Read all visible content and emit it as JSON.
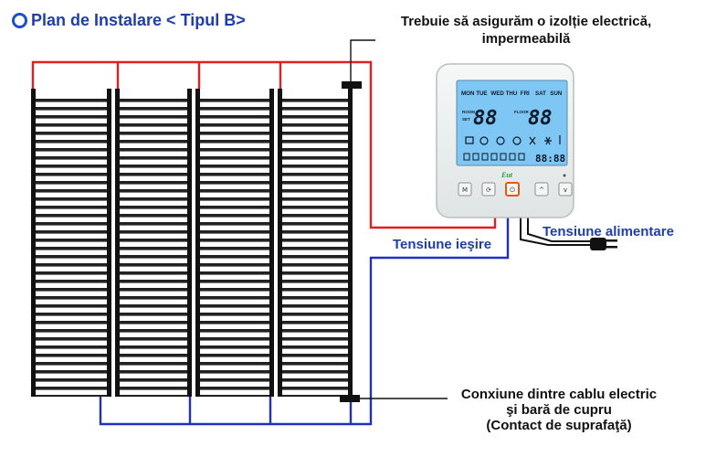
{
  "title": "Plan de Instalare < Tipul B>",
  "notes": {
    "insulation": "Trebuie să asigurăm o izolție electrică, impermeabilă",
    "output_voltage": "Tensiune ieşire",
    "supply_voltage": "Tensiune alimentare",
    "connection_line1": "Conxiune dintre cablu electric",
    "connection_line2": "şi bară de cupru",
    "connection_line3": "(Contact de suprafaţă)"
  },
  "thermostat": {
    "days": [
      "MON",
      "TUE",
      "WED",
      "THU",
      "FRI",
      "SAT",
      "SUN"
    ],
    "room_tag": "ROOM",
    "set_tag": "SET",
    "floor_tag": "FLOOR",
    "temp_left": "88",
    "temp_right": "88",
    "clock": "88:88",
    "brand": "Eut",
    "buttons": [
      "M",
      "⟳",
      "⏻",
      "^",
      "v"
    ]
  },
  "colors": {
    "live_wire": "#e02020",
    "neutral_wire": "#2030c0",
    "film_stripe": "#222222",
    "lcd": "#7ec6f4",
    "label_blue": "#1f3fa8"
  },
  "panel_count": 4
}
